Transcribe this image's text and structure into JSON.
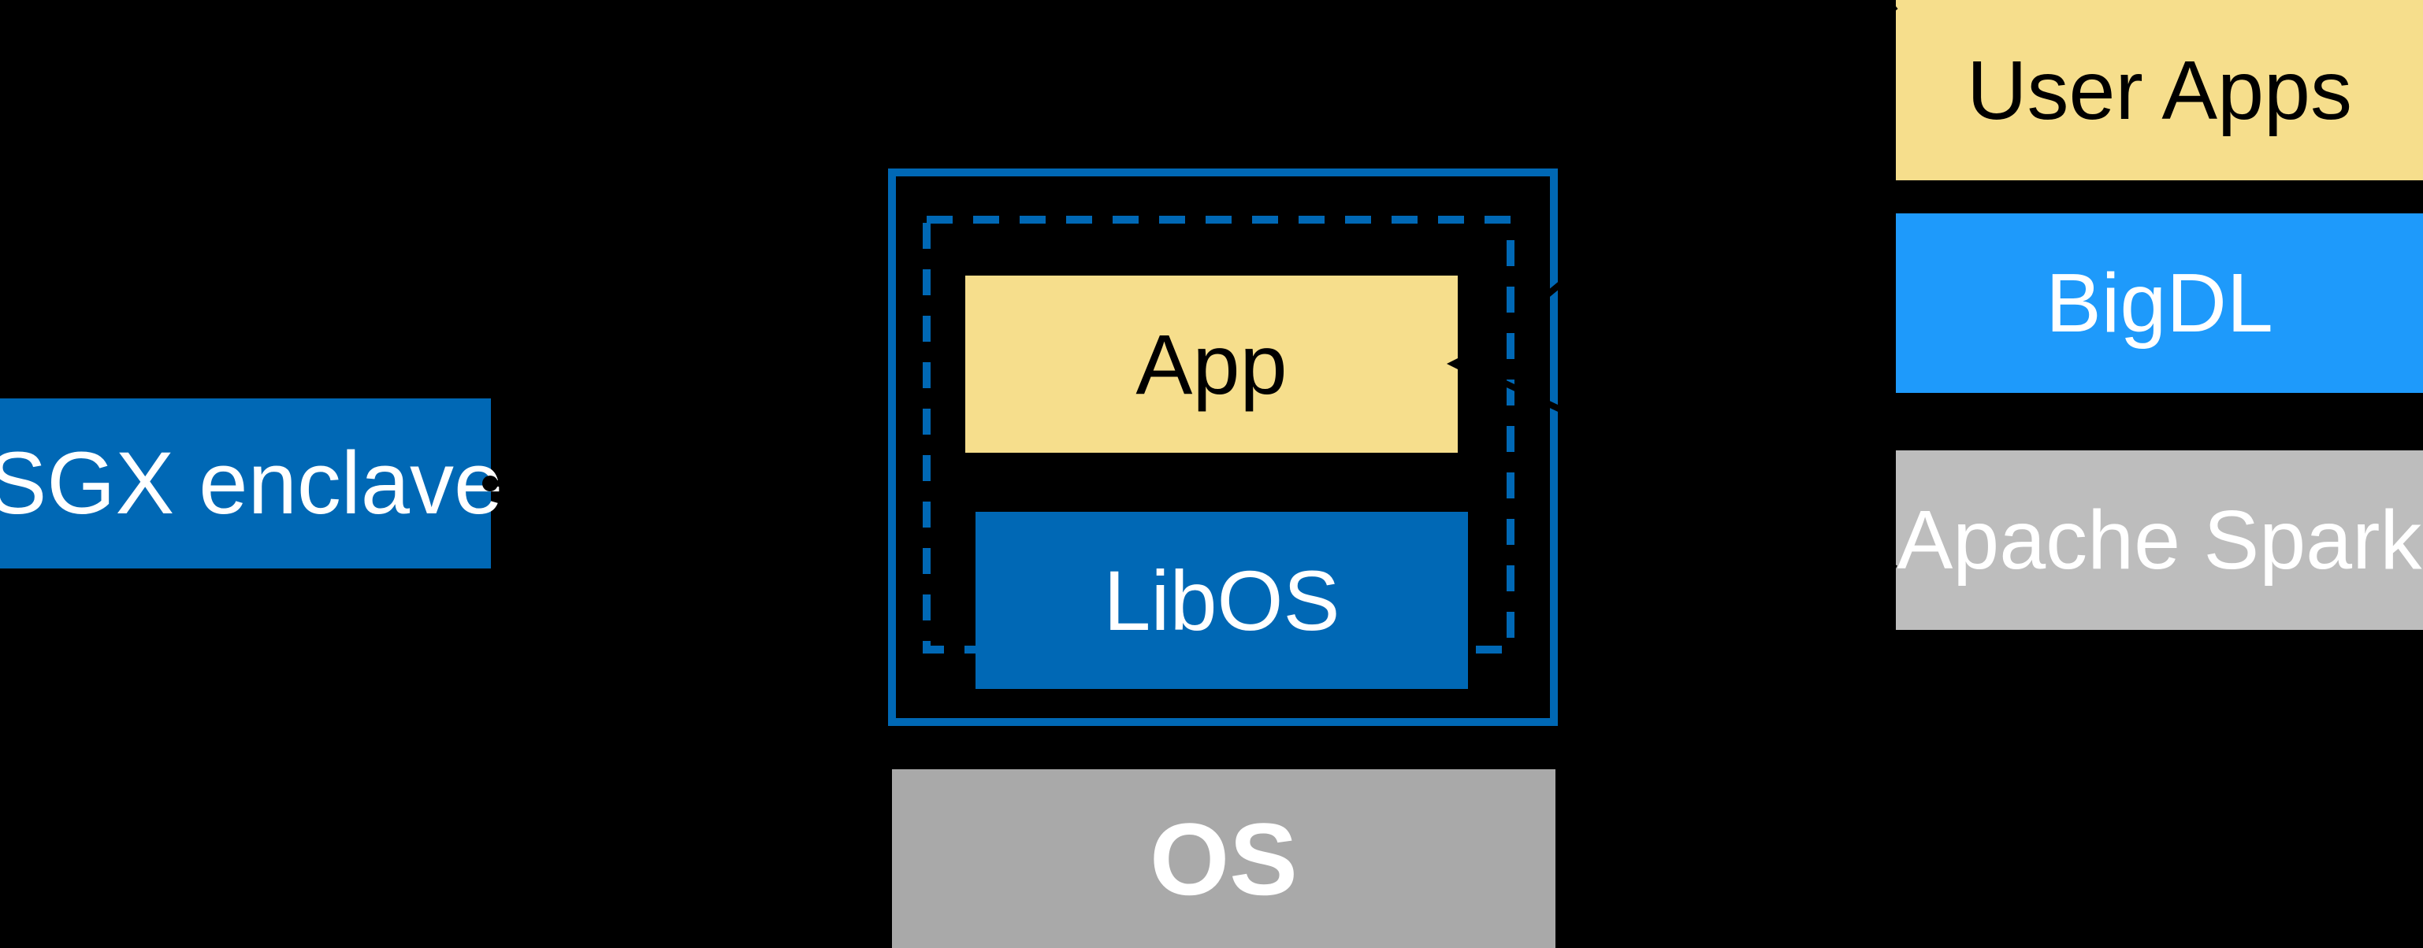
{
  "colors": {
    "background": "#000000",
    "intel-blue": "#0068B5",
    "bigdl-blue": "#1E9AFB",
    "soft-yellow": "#F6DE8C",
    "os-gray": "#A9A9A9",
    "spark-gray": "#BDBDBD",
    "text-light": "#FFFFFF",
    "text-dark": "#000000",
    "connector-black": "#000000"
  },
  "diagram": {
    "sgx_enclave_label": "SGX enclave",
    "enclave_box": {
      "app_label": "App",
      "libos_label": "LibOS"
    },
    "os_label": "OS",
    "software_stack": {
      "items": [
        {
          "label": "User Apps"
        },
        {
          "label": "BigDL"
        },
        {
          "label": "Apache Spark"
        }
      ]
    }
  }
}
